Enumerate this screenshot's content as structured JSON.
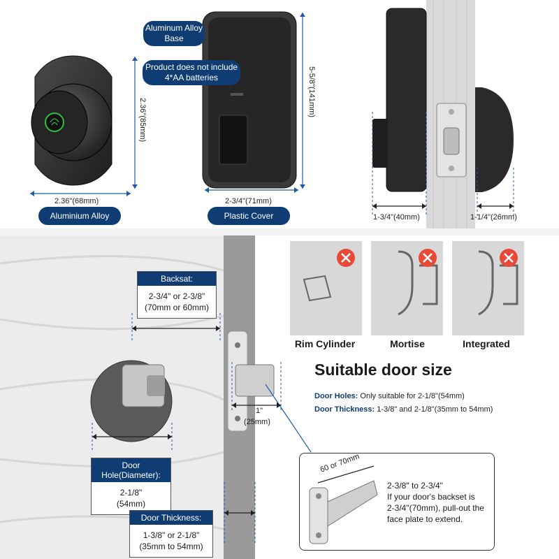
{
  "top": {
    "front": {
      "width": "2.36\"(68mm)",
      "height": "2.36\"(85mm)",
      "label": "Aluminium Alloy"
    },
    "back": {
      "base_label": "Aluminum Alloy Base",
      "battery_note": "Product does not include 4*AA batteries",
      "width": "2-3/4\"(71mm)",
      "height": "5-5/8\"(141mm)",
      "cover_label": "Plastic Cover"
    },
    "side": {
      "inner": "1-3/4\"(40mm)",
      "outer": "1-1/4\"(26mm)"
    }
  },
  "bottom": {
    "backset": {
      "title": "Backsat:",
      "value": "2-3/4\" or 2-3/8\" (70mm or 60mm)"
    },
    "latch_width": {
      "line1": "1\"",
      "line2": "(25mm)"
    },
    "door_hole": {
      "title": "Door Hole(Diameter):",
      "line1": "2-1/8\"",
      "line2": "(54mm)"
    },
    "door_thickness": {
      "title": "Door Thickness:",
      "line1": "1-3/8\" or 2-1/8\"",
      "line2": "(35mm to 54mm)"
    },
    "incompatible": [
      {
        "label": "Rim Cylinder"
      },
      {
        "label": "Mortise"
      },
      {
        "label": "Integrated"
      }
    ],
    "suitable": {
      "title": "Suitable door size",
      "holes_label": "Door Holes:",
      "holes_value": "Only suitable for 2-1/8\"(54mm)",
      "thickness_label": "Door Thickness:",
      "thickness_value": "1-3/8\" and 2-1/8\"(35mm to 54mm)"
    },
    "latch_box": {
      "dim": "60 or 70mm",
      "line1": "2-3/8\" to 2-3/4\"",
      "line2": "If your door's backset is",
      "line3": "2-3/4\"(70mm), pull-out the",
      "line4": "face plate to extend."
    }
  },
  "colors": {
    "navy": "#0f3d73",
    "blue_line": "#1e5aa8",
    "red": "#e84a3a",
    "lock": "#2b2b2b"
  }
}
